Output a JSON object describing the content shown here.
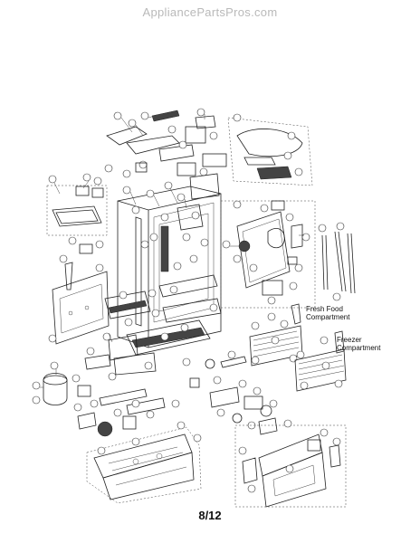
{
  "watermark": "AppliancePartsPros.com",
  "page_number": "8/12",
  "labels": {
    "fresh_food": [
      "Fresh Food",
      "Compartment"
    ],
    "freezer": [
      "Freezer",
      "Compartment"
    ]
  }
}
